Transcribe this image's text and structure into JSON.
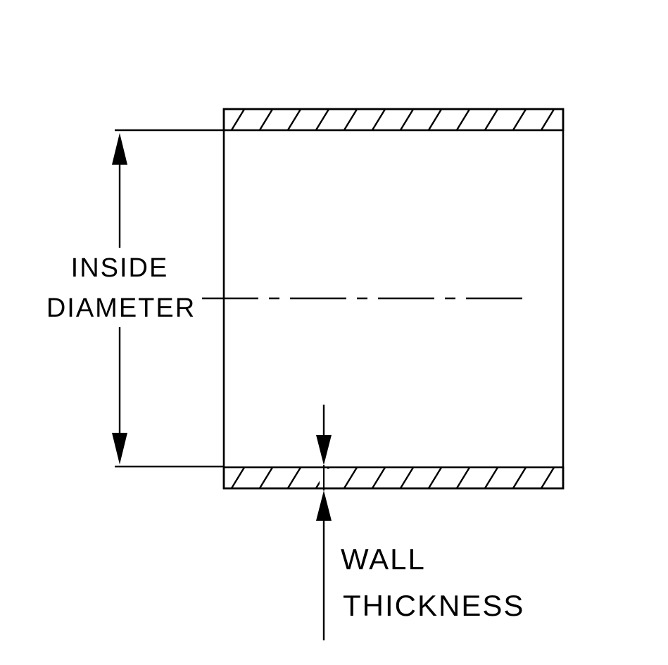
{
  "diagram": {
    "labels": {
      "inside_diameter": {
        "line1": "INSIDE",
        "line2": "DIAMETER"
      },
      "wall_thickness": {
        "line1": "WALL",
        "line2": "THICKNESS"
      }
    },
    "colors": {
      "line": "#000000",
      "background": "#ffffff"
    }
  }
}
